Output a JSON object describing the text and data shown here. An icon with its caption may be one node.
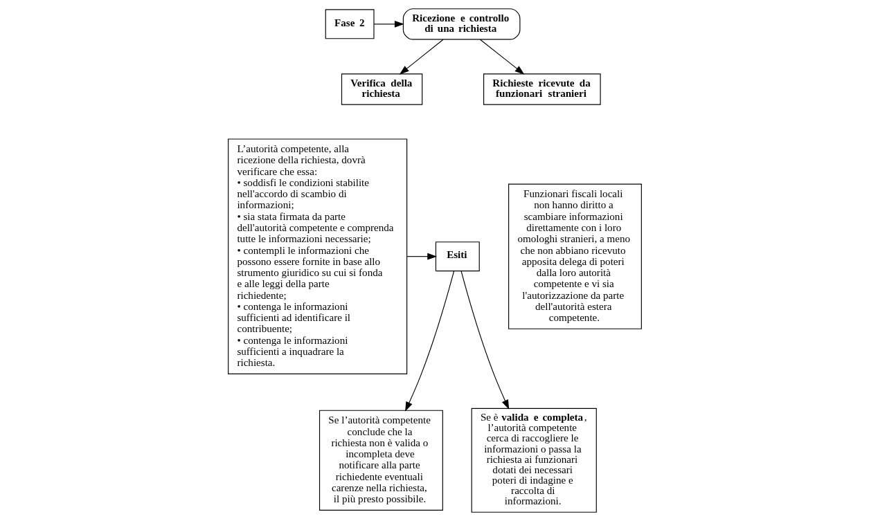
{
  "diagram": {
    "nodes": [
      {
        "text": [
          "Fase 2"
        ]
      },
      {
        "text": [
          "Ricezione e controllo di una richiesta"
        ]
      },
      {
        "text": [
          "Verifica della richiesta"
        ]
      },
      {
        "text": [
          "L’autorità competente, alla ricezione della richiesta, dovrà verificare che essa:",
          "• soddisfi le condizioni stabilite nell'accordo di scambio di informazioni;",
          "• sia stata firmata da parte dell'autorità competente e comprenda tutte le informazioni necessarie;",
          "• contempli le informazioni che possono essere fornite in base allo strumento giuridico su cui si fonda e alle leggi della parte richiedente;",
          "• contenga le informazioni sufficienti ad identificare il contribuente;",
          "• contenga le informazioni sufficienti a inquadrare la richiesta."
        ]
      },
      {
        "text": [
          "Esiti"
        ]
      },
      {
        "text": [
          "Se l’autorità competente conclude che la richiesta non è valida o incompleta deve notificare alla parte richiedente eventuali carenze nella richiesta, il più presto possibile."
        ]
      },
      {
        "text": [
          "Se è **valida e completa**, l’autorità competente cerca di raccogliere le informazioni o passa la richiesta ai funzionari dotati dei necessari poteri di indagine e raccolta di informazioni."
        ]
      },
      {
        "text": [
          "Richieste ricevute da funzionari stranieri"
        ]
      },
      {
        "text": [
          "Funzionari fiscali locali non hanno diritto a scambiare informazioni direttamente con i loro omologhi stranieri, a meno che non abbiano ricevuto apposita delega di poteri dalla loro autorità competente e vi sia l'autorizzazione da parte dell'autorità estera competente."
        ]
      }
    ],
    "edges": [
      {
        "from": 0,
        "to": 1,
        "arrow": "to"
      },
      {
        "from": 1,
        "to": 2,
        "arrow": "to"
      },
      {
        "from": 1,
        "to": 7,
        "arrow": "to"
      },
      {
        "from": 3,
        "to": 4,
        "arrow": "to"
      },
      {
        "from": 4,
        "to": 5,
        "arrow": "to"
      },
      {
        "from": 4,
        "to": 6,
        "arrow": "to"
      }
    ]
  }
}
